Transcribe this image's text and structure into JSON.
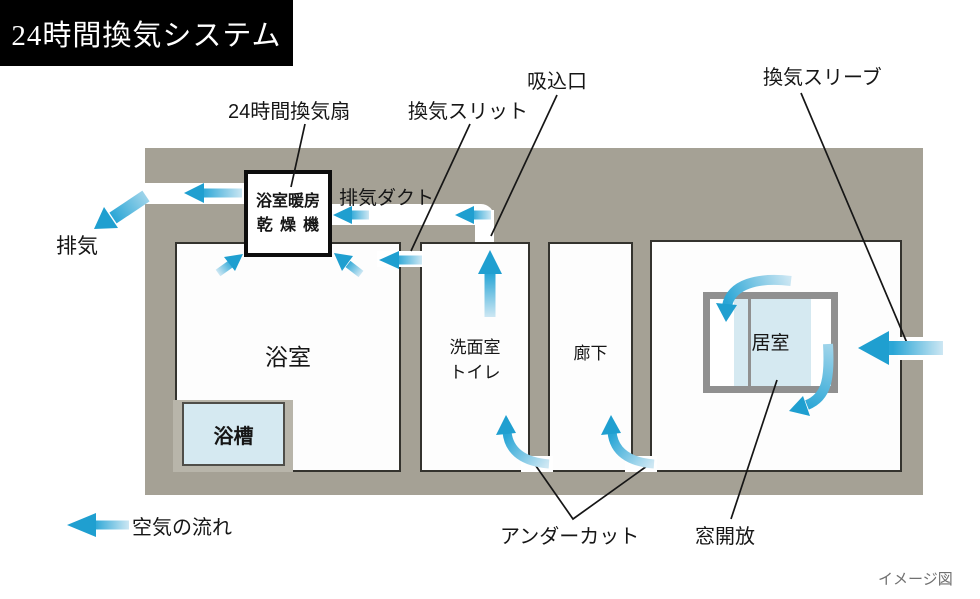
{
  "title": "24時間換気システム",
  "footer": "イメージ図",
  "legend": {
    "airflow": "空気の流れ"
  },
  "callouts": {
    "fan": "24時間換気扇",
    "slit": "換気スリット",
    "inlet": "吸込口",
    "sleeve": "換気スリーブ",
    "exhaust": "排気",
    "exhaust_duct": "排気ダクト",
    "undercut": "アンダーカット",
    "window_open": "窓開放"
  },
  "unit": {
    "line1": "浴室暖房",
    "line2": "乾燥機"
  },
  "rooms": {
    "bathroom": "浴室",
    "bathtub": "浴槽",
    "washroom_line1": "洗面室",
    "washroom_line2": "トイレ",
    "corridor": "廊下",
    "living": "居室"
  },
  "colors": {
    "wall": "#a5a195",
    "arrow_blue": "#2aa6d6",
    "arrow_light": "#cde7f3",
    "arrow_head": "#1f9fd0",
    "pane_blue": "#d5e9f1",
    "banner_bg": "#000000",
    "banner_text": "#ffffff"
  }
}
